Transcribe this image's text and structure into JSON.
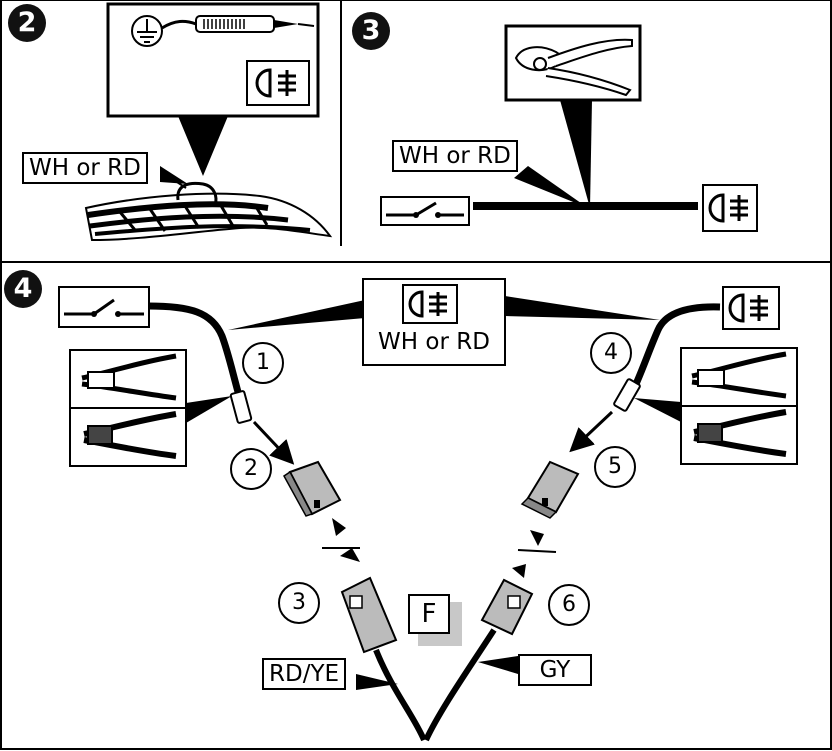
{
  "steps": {
    "s2": "2",
    "s3": "3",
    "s4": "4"
  },
  "wire_labels": {
    "wh_or_rd": "WH or RD",
    "rd_ye": "RD/YE",
    "gy": "GY",
    "f": "F"
  },
  "callouts": [
    "1",
    "2",
    "3",
    "4",
    "5",
    "6"
  ],
  "icons": [
    "ground-icon",
    "test-probe-icon",
    "fog-lamp-icon",
    "switch-icon",
    "side-cutter-pliers-icon",
    "stripping-tool-icon",
    "crimping-tool-icon",
    "male-connector-icon",
    "female-connector-icon"
  ],
  "colors": {
    "line": "#000000",
    "background": "#ffffff",
    "shadow": "#c8c8c8"
  }
}
